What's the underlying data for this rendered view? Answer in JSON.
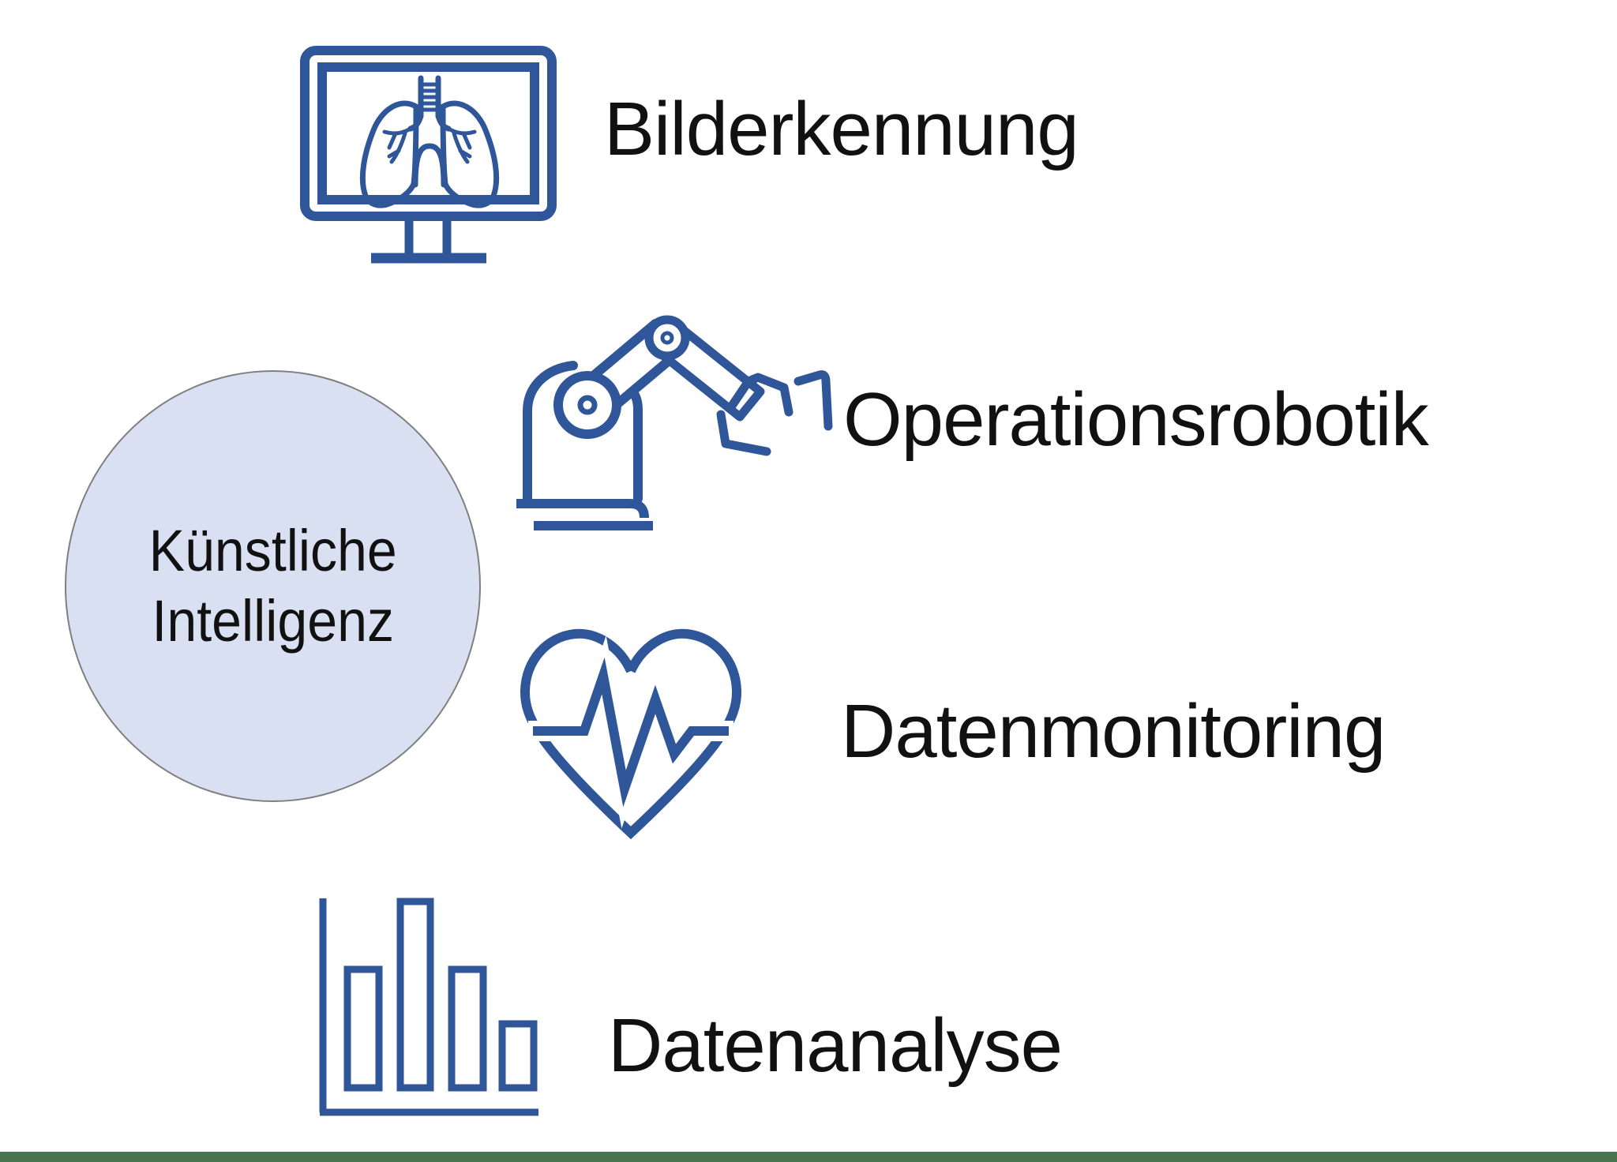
{
  "slide": {
    "background": "#FFFFFF",
    "footer_bar_color": "#4A7350",
    "icon_color": "#2F5699",
    "text_color": "#111111",
    "hub": {
      "shape": "circle",
      "fill": "#D9E0F2",
      "border": "#7F7F7F",
      "lines": [
        "Künstliche",
        "Intelligenz"
      ]
    },
    "items": [
      {
        "icon": "monitor-lungs-icon",
        "label": "Bilderkennung"
      },
      {
        "icon": "robot-arm-icon",
        "label": "Operationsrobotik"
      },
      {
        "icon": "heart-pulse-icon",
        "label": "Datenmonitoring"
      },
      {
        "icon": "bar-chart-icon",
        "label": "Datenanalyse"
      }
    ]
  }
}
